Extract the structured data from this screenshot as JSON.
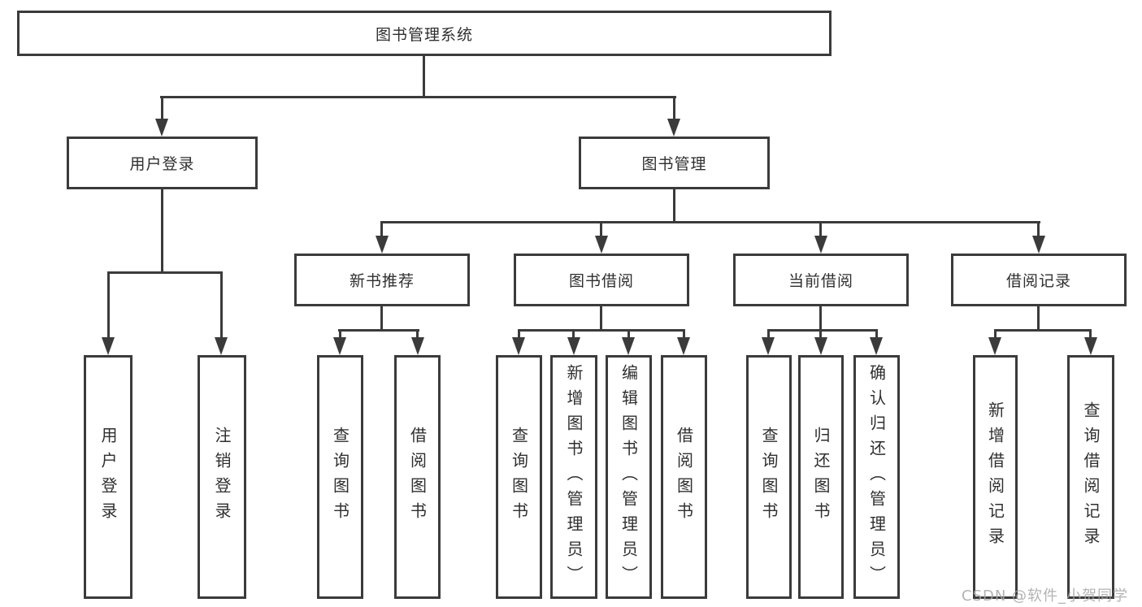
{
  "diagram": {
    "root": {
      "label": "图书管理系统"
    },
    "level2": [
      {
        "id": "user-login",
        "label": "用户登录"
      },
      {
        "id": "book-management",
        "label": "图书管理"
      }
    ],
    "level3": [
      {
        "id": "new-book-recommend",
        "label": "新书推荐"
      },
      {
        "id": "book-borrow",
        "label": "图书借阅"
      },
      {
        "id": "current-borrow",
        "label": "当前借阅"
      },
      {
        "id": "borrow-records",
        "label": "借阅记录"
      }
    ],
    "leaves": [
      {
        "id": "user-login-leaf",
        "label": "用户登录"
      },
      {
        "id": "logout",
        "label": "注销登录"
      },
      {
        "id": "query-books-recommend",
        "label": "查询图书"
      },
      {
        "id": "borrow-books-recommend",
        "label": "借阅图书"
      },
      {
        "id": "query-books-borrow",
        "label": "查询图书"
      },
      {
        "id": "add-book-admin",
        "label": "新增图书（管理员）"
      },
      {
        "id": "edit-book-admin",
        "label": "编辑图书（管理员）"
      },
      {
        "id": "borrow-books-borrow",
        "label": "借阅图书"
      },
      {
        "id": "query-books-current",
        "label": "查询图书"
      },
      {
        "id": "return-book",
        "label": "归还图书"
      },
      {
        "id": "confirm-return-admin",
        "label": "确认归还（管理员）"
      },
      {
        "id": "add-borrow-record",
        "label": "新增借阅记录"
      },
      {
        "id": "query-borrow-record",
        "label": "查询借阅记录"
      }
    ]
  },
  "watermark": {
    "text": "CSDN @软件_小贺同学"
  },
  "colors": {
    "line": "#3b3b3b",
    "text": "#2f2f2f",
    "watermark": "#a6a6a6",
    "background": "#ffffff"
  }
}
